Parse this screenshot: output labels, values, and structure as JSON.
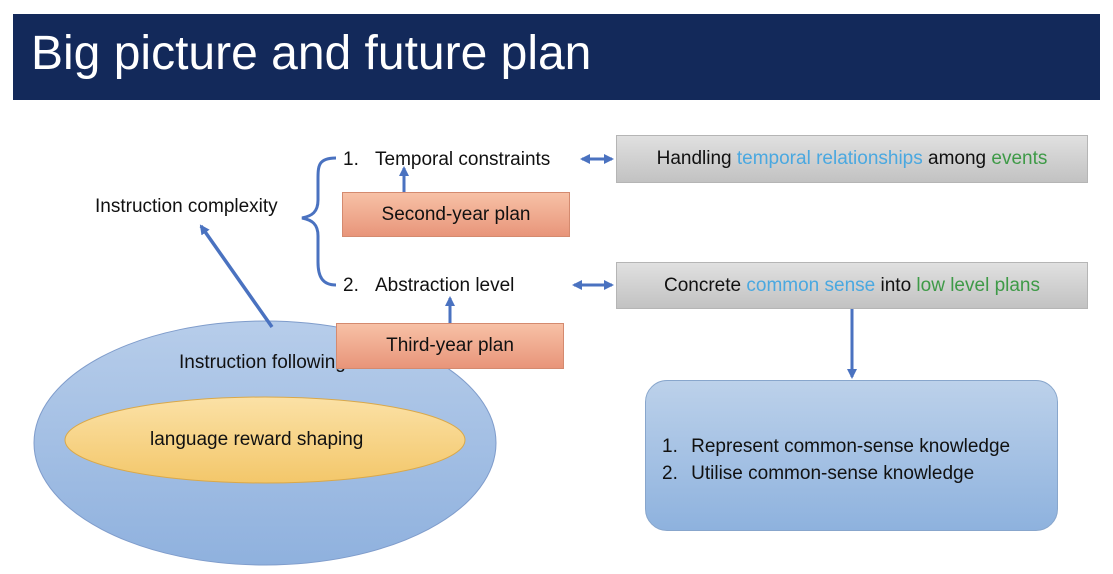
{
  "title": "Big picture and future plan",
  "left": {
    "complexity_label": "Instruction complexity",
    "following_label": "Instruction following",
    "shaping_label": "language reward shaping"
  },
  "items": [
    {
      "number": "1.",
      "label": "Temporal constraints",
      "plan": "Second-year plan",
      "detail": {
        "p1": "Handling ",
        "h1": "temporal relationships",
        "p2": " among ",
        "h2": "events"
      }
    },
    {
      "number": "2.",
      "label": "Abstraction level",
      "plan": "Third-year plan",
      "detail": {
        "p1": "Concrete ",
        "h1": "common sense",
        "p2": " into ",
        "h2": "low level plans"
      }
    }
  ],
  "knowledge": {
    "items": [
      {
        "number": "1.",
        "text": "Represent common-sense knowledge"
      },
      {
        "number": "2.",
        "text": "Utilise common-sense knowledge"
      }
    ]
  },
  "colors": {
    "title_bar": "#13295a",
    "arrow": "#4a72c0",
    "highlight_blue": "#4aa8e0",
    "highlight_green": "#3e9a47"
  }
}
